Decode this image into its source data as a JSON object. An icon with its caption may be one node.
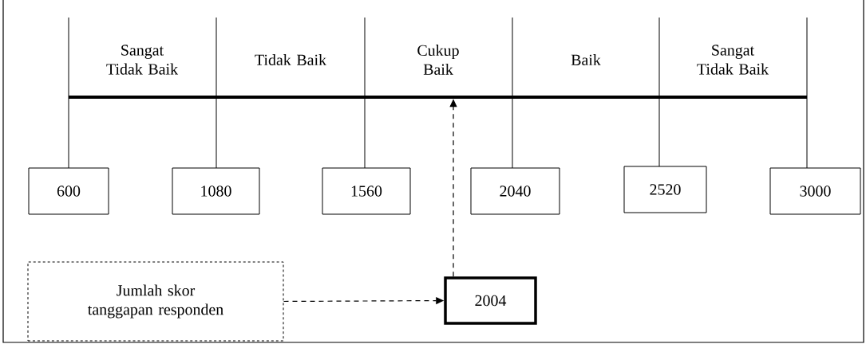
{
  "diagram": {
    "nodes": [
      {
        "text": [],
        "shape": "bar"
      },
      {
        "text": [
          "600"
        ]
      },
      {
        "text": [
          "1080"
        ]
      },
      {
        "text": [
          "1560"
        ]
      },
      {
        "text": [
          "2040"
        ]
      },
      {
        "text": [
          "2520"
        ]
      },
      {
        "text": [
          "3000"
        ]
      },
      {
        "text": [
          "Jumlah skor tanggapan responden"
        ]
      },
      {
        "text": [
          "2004"
        ]
      }
    ],
    "edges": [
      {
        "from": 7,
        "to": 8,
        "arrow": "to",
        "style": "dashed"
      },
      {
        "from": 8,
        "to": 0,
        "arrow": "to",
        "style": "dashed"
      }
    ],
    "labels": [
      "Sangat Tidak Baik",
      "Tidak Baik",
      "Cukup Baik",
      "Baik",
      "Sangat Tidak Baik"
    ]
  }
}
